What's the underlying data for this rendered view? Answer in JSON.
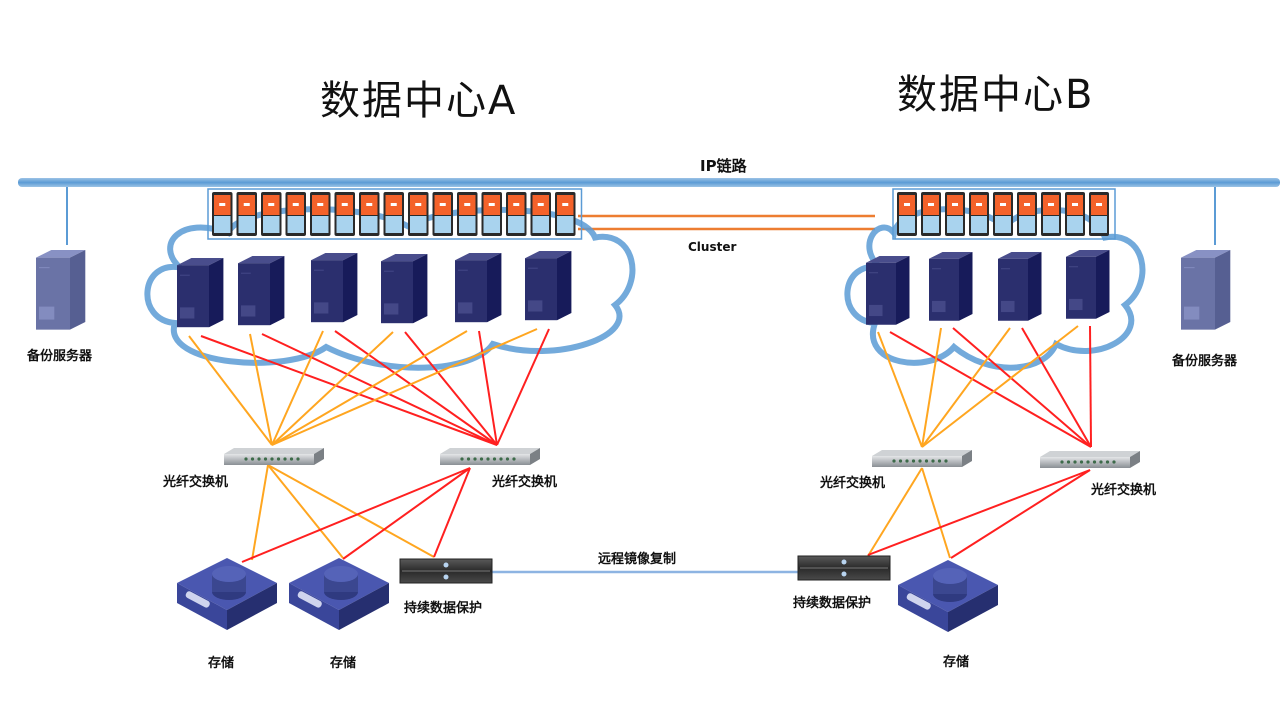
{
  "titles": {
    "center_a": "数据中心A",
    "center_b": "数据中心B"
  },
  "links": {
    "ip_link": "IP链路",
    "cluster": "Cluster",
    "remote_replication": "远程镜像复制"
  },
  "colors": {
    "ip_bus": "#5b9bd5",
    "cloud": "#5b9bd5",
    "cluster_link": "#ed7d31",
    "path_a": "#ffa620",
    "path_b": "#ff2020",
    "server": "#2b2f6e",
    "backup_server": "#6a73a6",
    "storage": "#3a469a",
    "rack_top": "#f4622a",
    "rack_bottom": "#a9d3ee"
  },
  "center_a": {
    "backup_server_label": "备份服务器",
    "rack_units": 15,
    "servers": 6,
    "switches": [
      {
        "label": "光纤交换机",
        "path": "A"
      },
      {
        "label": "光纤交换机",
        "path": "B"
      }
    ],
    "storage": [
      {
        "label": "存储"
      },
      {
        "label": "存储"
      }
    ],
    "cdp_label": "持续数据保护"
  },
  "center_b": {
    "backup_server_label": "备份服务器",
    "rack_units": 9,
    "servers": 4,
    "switches": [
      {
        "label": "光纤交换机",
        "path": "A"
      },
      {
        "label": "光纤交换机",
        "path": "B"
      }
    ],
    "storage": [
      {
        "label": "存储"
      }
    ],
    "cdp_label": "持续数据保护"
  }
}
